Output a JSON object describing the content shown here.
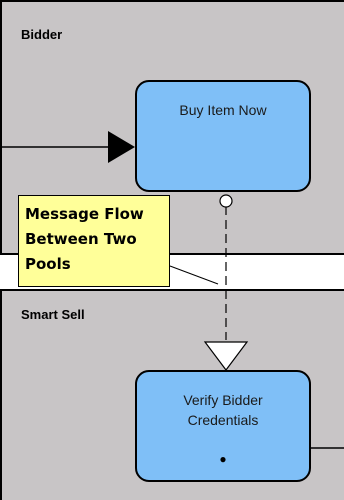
{
  "pools": {
    "bidder": {
      "label": "Bidder"
    },
    "smart_sell": {
      "label": "Smart Sell"
    }
  },
  "tasks": {
    "buy_item_now": {
      "label": "Buy Item Now"
    },
    "verify_bidder_credentials": {
      "label": "Verify Bidder\nCredentials",
      "icon": "pin-icon",
      "icon_glyph": "●"
    }
  },
  "annotation": {
    "text": "Message Flow\nBetween Two\nPools"
  },
  "colors": {
    "pool_fill": "#c8c5c6",
    "task_fill": "#7fbff7",
    "annotation_fill": "#ffff99",
    "stroke": "#000000"
  }
}
